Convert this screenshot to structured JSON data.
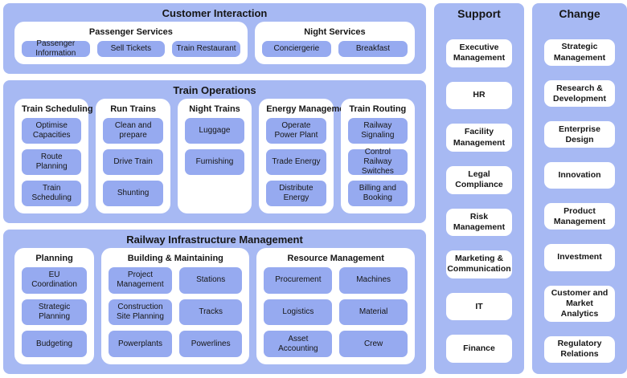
{
  "colors": {
    "section_bg": "#a7b9f3",
    "panel_bg": "#ffffff",
    "leaf_bg": "#96aaf0",
    "text": "#161616",
    "page_bg": "#ffffff"
  },
  "map": {
    "main_sections": [
      {
        "title": "Customer Interaction",
        "groups": [
          {
            "title": "Passenger Services",
            "items": [
              "Passenger Information",
              "Sell Tickets",
              "Train Restaurant"
            ]
          },
          {
            "title": "Night Services",
            "items": [
              "Conciergerie",
              "Breakfast"
            ]
          }
        ]
      },
      {
        "title": "Train Operations",
        "groups": [
          {
            "title": "Train Scheduling",
            "items": [
              "Optimise Capacities",
              "Route Planning",
              "Train Scheduling"
            ]
          },
          {
            "title": "Run Trains",
            "items": [
              "Clean and prepare",
              "Drive Train",
              "Shunting"
            ]
          },
          {
            "title": "Night Trains",
            "items": [
              "Luggage",
              "Furnishing"
            ]
          },
          {
            "title": "Energy Management",
            "items": [
              "Operate Power Plant",
              "Trade Energy",
              "Distribute Energy"
            ]
          },
          {
            "title": "Train Routing",
            "items": [
              "Railway Signaling",
              "Control Railway Switches",
              "Billing and Booking"
            ]
          }
        ]
      },
      {
        "title": "Railway Infrastructure Management",
        "groups": [
          {
            "title": "Planning",
            "items": [
              "EU Coordination",
              "Strategic Planning",
              "Budgeting"
            ]
          },
          {
            "title": "Building & Maintaining",
            "items": [
              "Project Management",
              "Construction Site Planning",
              "Powerplants",
              "Stations",
              "Tracks",
              "Powerlines"
            ]
          },
          {
            "title": "Resource Management",
            "items": [
              "Procurement",
              "Logistics",
              "Asset Accounting",
              "Machines",
              "Material",
              "Crew"
            ]
          }
        ]
      }
    ],
    "side_columns": [
      {
        "title": "Support",
        "items": [
          "Executive Management",
          "HR",
          "Facility Management",
          "Legal Compliance",
          "Risk Management",
          "Marketing & Communication",
          "IT",
          "Finance"
        ]
      },
      {
        "title": "Change",
        "items": [
          "Strategic Management",
          "Research & Development",
          "Enterprise Design",
          "Innovation",
          "Product Management",
          "Investment",
          "Customer and Market Analytics",
          "Regulatory Relations"
        ]
      }
    ]
  }
}
